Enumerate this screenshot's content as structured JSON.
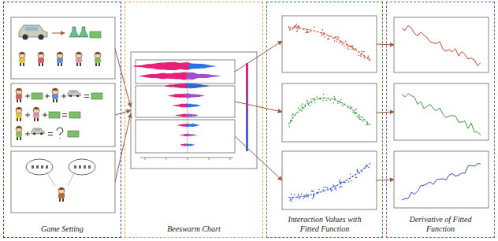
{
  "diagram": {
    "nodes": [
      {
        "text": [
          "Game Setting"
        ]
      },
      {
        "text": [
          "Beeswarm Chart"
        ]
      },
      {
        "text": [
          "Interaction Values with Fitted Function"
        ]
      },
      {
        "text": [
          "Derivative of Fitted Function"
        ]
      }
    ]
  }
}
